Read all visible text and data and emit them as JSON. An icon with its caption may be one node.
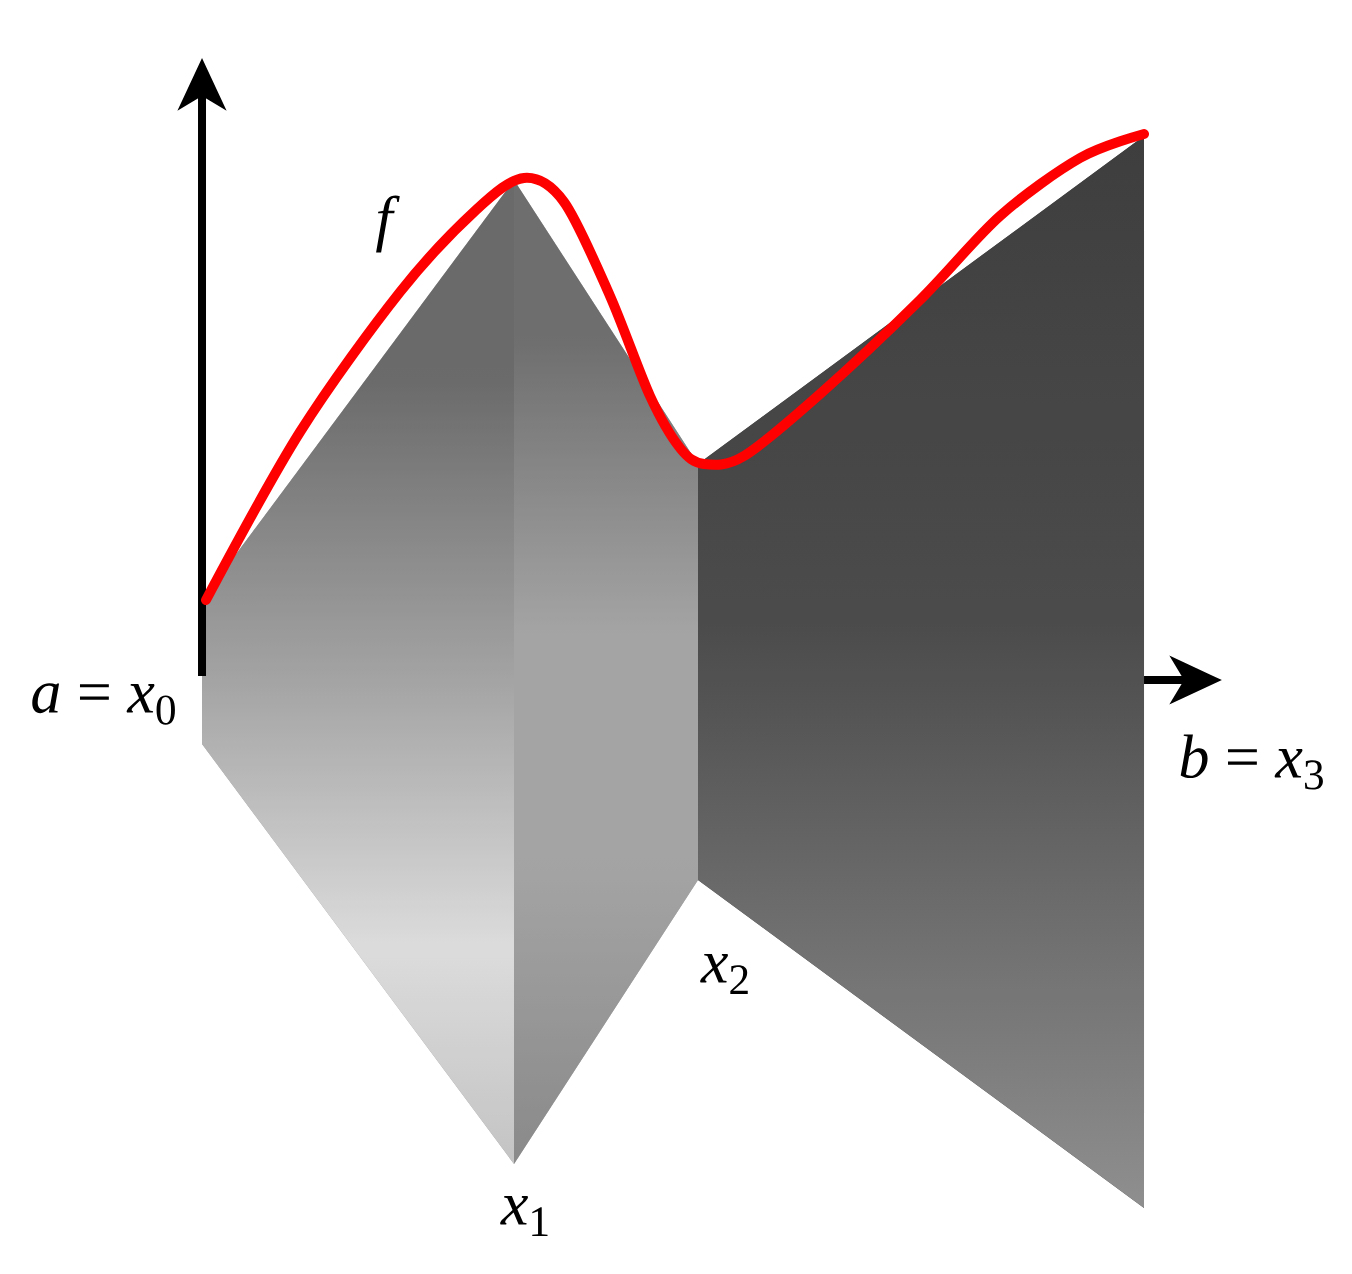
{
  "diagram": {
    "labels": [
      "f",
      "*a* = *x*$_{0}$",
      "*x*$_{1}$",
      "*x*$_{2}$",
      "*b* = *x*$_{3}$"
    ]
  }
}
